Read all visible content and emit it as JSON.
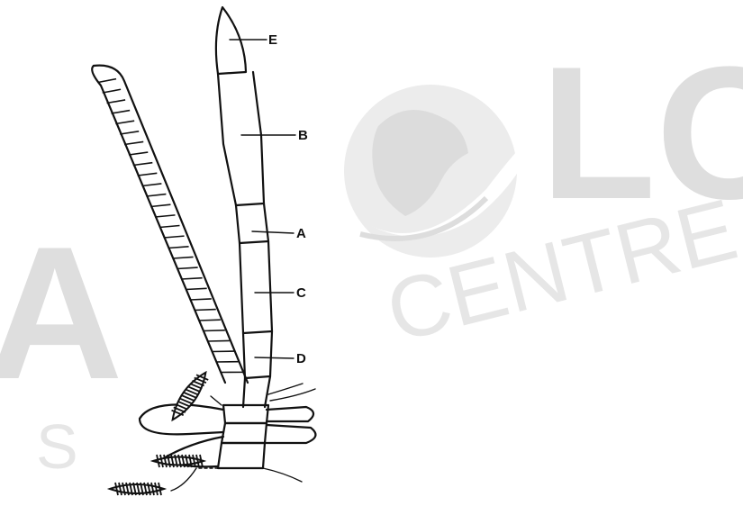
{
  "watermark": {
    "brand_letters": "LO",
    "left_letter": "A",
    "subtitle": "CENTRE",
    "s_letter": "S"
  },
  "diagram": {
    "labels": [
      {
        "id": "E",
        "text": "E"
      },
      {
        "id": "B",
        "text": "B"
      },
      {
        "id": "A",
        "text": "A"
      },
      {
        "id": "C",
        "text": "C"
      },
      {
        "id": "D",
        "text": "D"
      }
    ]
  }
}
